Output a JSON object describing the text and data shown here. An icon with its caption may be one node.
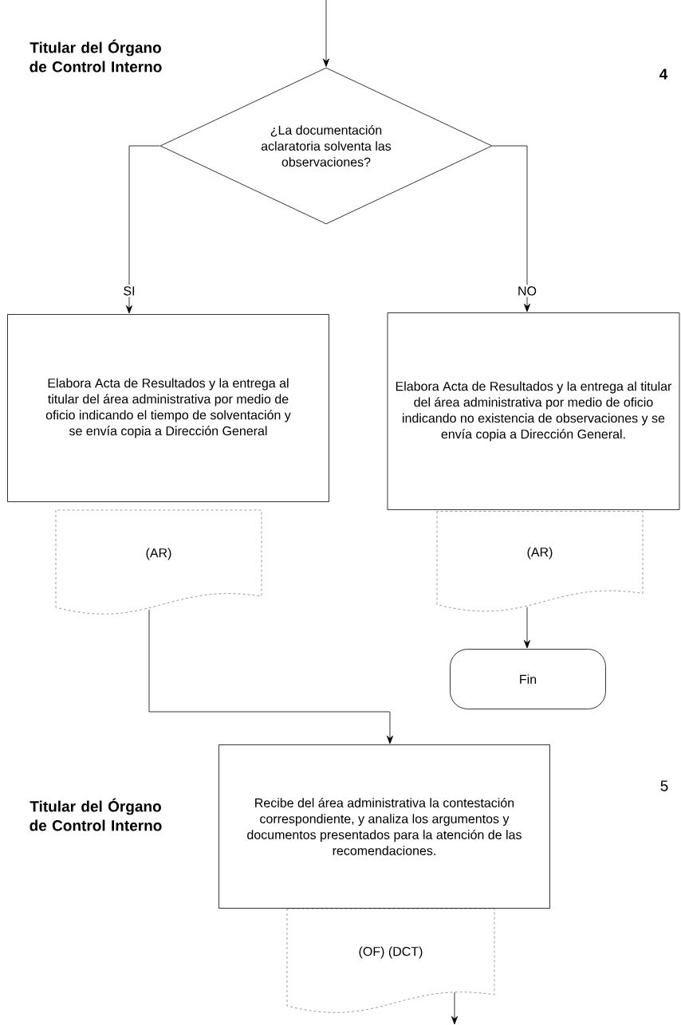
{
  "diagram": {
    "nodes": [
      {
        "text": [
          "¿La documentación aclaratoria solventa las observaciones?"
        ]
      },
      {
        "text": [
          "Elabora Acta de Resultados y la entrega al titular del área administrativa por medio de oficio indicando el tiempo de solventación y se envía copia a Dirección General"
        ]
      },
      {
        "text": [
          "Elabora Acta de Resultados y la entrega al titular del área administrativa por medio de oficio indicando no existencia de observaciones y se envía copia a Dirección General."
        ]
      },
      {
        "text": [
          "(AR)"
        ]
      },
      {
        "text": [
          "(AR)"
        ]
      },
      {
        "text": [
          "Fin"
        ]
      },
      {
        "text": [
          "Recibe del área administrativa la contestación correspondiente, y analiza los argumentos y documentos presentados para la atención de las recomendaciones."
        ]
      },
      {
        "text": [
          "(OF) (DCT)"
        ]
      }
    ],
    "edges": [
      {
        "from": null,
        "to": 0,
        "arrow": "to"
      },
      {
        "from": 0,
        "to": 1,
        "arrow": "to",
        "label": "SI"
      },
      {
        "from": 0,
        "to": 2,
        "arrow": "to",
        "label": "NO"
      },
      {
        "from": 4,
        "to": 5,
        "arrow": "to"
      },
      {
        "from": 3,
        "to": 6,
        "arrow": "to"
      },
      {
        "from": 7,
        "to": null,
        "arrow": "to"
      }
    ],
    "labels": [
      "Titular del Órgano de Control Interno",
      "4",
      "Titular del Órgano de Control Interno",
      "5"
    ]
  }
}
